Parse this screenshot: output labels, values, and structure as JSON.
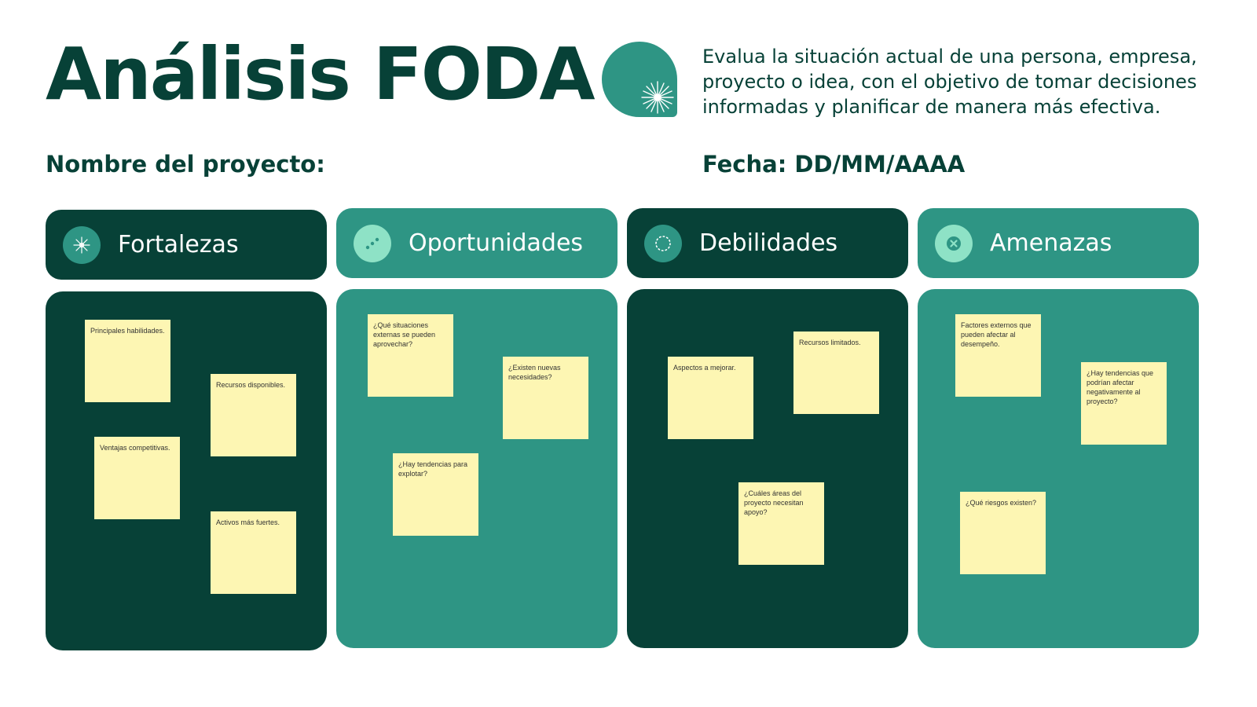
{
  "header": {
    "title": "Análisis FODA",
    "description": "Evalua la situación actual de una persona, empresa, proyecto o idea, con el objetivo de tomar decisiones informadas y planificar de manera más efectiva.",
    "project_label": "Nombre del proyecto:",
    "date_label": "Fecha: DD/MM/AAAA",
    "logo_icon": "sparkle-icon"
  },
  "colors": {
    "dark_green": "#074137",
    "teal": "#2e9584",
    "mint": "#8ee2c6",
    "sticky_yellow": "#fdf6b3",
    "white": "#ffffff"
  },
  "columns": [
    {
      "title": "Fortalezas",
      "icon": "sparkle-icon",
      "notes": [
        "Principales habilidades.",
        "Recursos disponibles.",
        "Ventajas competitivas.",
        "Activos más fuertes."
      ]
    },
    {
      "title": "Oportunidades",
      "icon": "dots-diagonal-icon",
      "notes": [
        "¿Qué situaciones externas se pueden aprovechar?",
        "¿Existen nuevas necesidades?",
        "¿Hay tendencias para explotar?"
      ]
    },
    {
      "title": "Debilidades",
      "icon": "dotted-circle-icon",
      "notes": [
        "Aspectos a mejorar.",
        "Recursos limitados.",
        "¿Cuáles áreas del proyecto necesitan apoyo?"
      ]
    },
    {
      "title": "Amenazas",
      "icon": "x-circle-icon",
      "notes": [
        "Factores externos que pueden afectar al desempeño.",
        "¿Hay tendencias que podrían afectar negativamente al proyecto?",
        "¿Qué riesgos existen?"
      ]
    }
  ]
}
